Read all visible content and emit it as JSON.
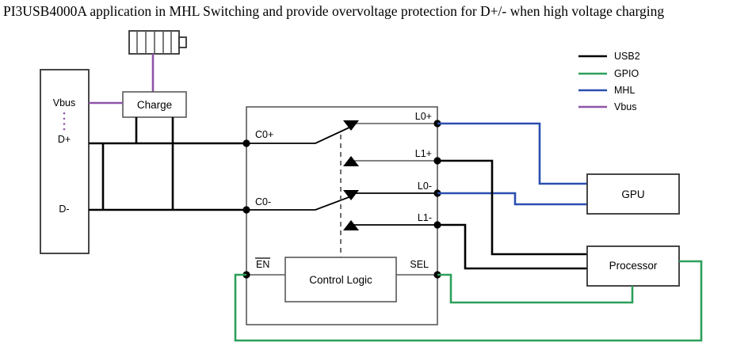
{
  "title": "PI3USB4000A application in MHL Switching and provide overvoltage protection for D+/- when high voltage charging",
  "legend": {
    "items": [
      {
        "label": "USB2",
        "color": "#000000"
      },
      {
        "label": "GPIO",
        "color": "#2ca05a"
      },
      {
        "label": "MHL",
        "color": "#2b4fb0"
      },
      {
        "label": "Vbus",
        "color": "#8e54a8"
      }
    ]
  },
  "connector": {
    "name": "usb-connector",
    "pins": [
      {
        "label": "Vbus"
      },
      {
        "label": "D+"
      },
      {
        "label": "D-"
      }
    ]
  },
  "blocks": {
    "battery": {
      "label": ""
    },
    "charge": {
      "label": "Charge"
    },
    "control_logic": {
      "label": "Control Logic"
    },
    "gpu": {
      "label": "GPU"
    },
    "processor": {
      "label": "Processor"
    }
  },
  "ic": {
    "left_pins": [
      {
        "label": "C0+"
      },
      {
        "label": "C0-"
      }
    ],
    "right_pins": [
      {
        "label": "L0+"
      },
      {
        "label": "L1+"
      },
      {
        "label": "L0-"
      },
      {
        "label": "L1-"
      }
    ],
    "control_pins": [
      {
        "label": "EN",
        "overline": true
      },
      {
        "label": "SEL",
        "overline": false
      }
    ]
  },
  "colors": {
    "usb2": "#000000",
    "gpio": "#2ca05a",
    "mhl": "#2b4fb0",
    "vbus": "#8e54a8",
    "outline": "#595959",
    "background": "#ffffff"
  }
}
